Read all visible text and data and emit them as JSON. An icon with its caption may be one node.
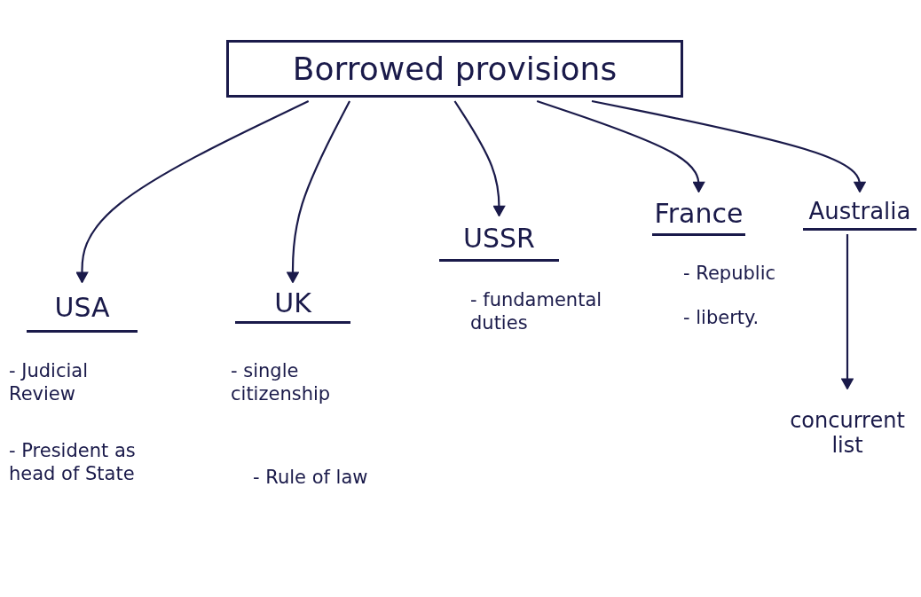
{
  "diagram": {
    "nodes": [
      {
        "text": [
          "Borrowed provisions"
        ]
      },
      {
        "text": [
          "USA"
        ],
        "beside": [
          "- Judicial Review",
          "- President as head of State"
        ]
      },
      {
        "text": [
          "UK"
        ],
        "beside": [
          "- single citizenship",
          "- Rule of law"
        ]
      },
      {
        "text": [
          "USSR"
        ],
        "beside": [
          "- fundamental duties"
        ]
      },
      {
        "text": [
          "France"
        ],
        "beside": [
          "- Republic",
          "- liberty."
        ]
      },
      {
        "text": [
          "Australia"
        ]
      },
      {
        "text": [
          "concurrent list"
        ]
      }
    ],
    "edges": [
      {
        "from": 0,
        "to": 1,
        "arrow": "to"
      },
      {
        "from": 0,
        "to": 2,
        "arrow": "to"
      },
      {
        "from": 0,
        "to": 3,
        "arrow": "to"
      },
      {
        "from": 0,
        "to": 4,
        "arrow": "to"
      },
      {
        "from": 0,
        "to": 5,
        "arrow": "to"
      },
      {
        "from": 5,
        "to": 6,
        "arrow": "to"
      }
    ]
  }
}
